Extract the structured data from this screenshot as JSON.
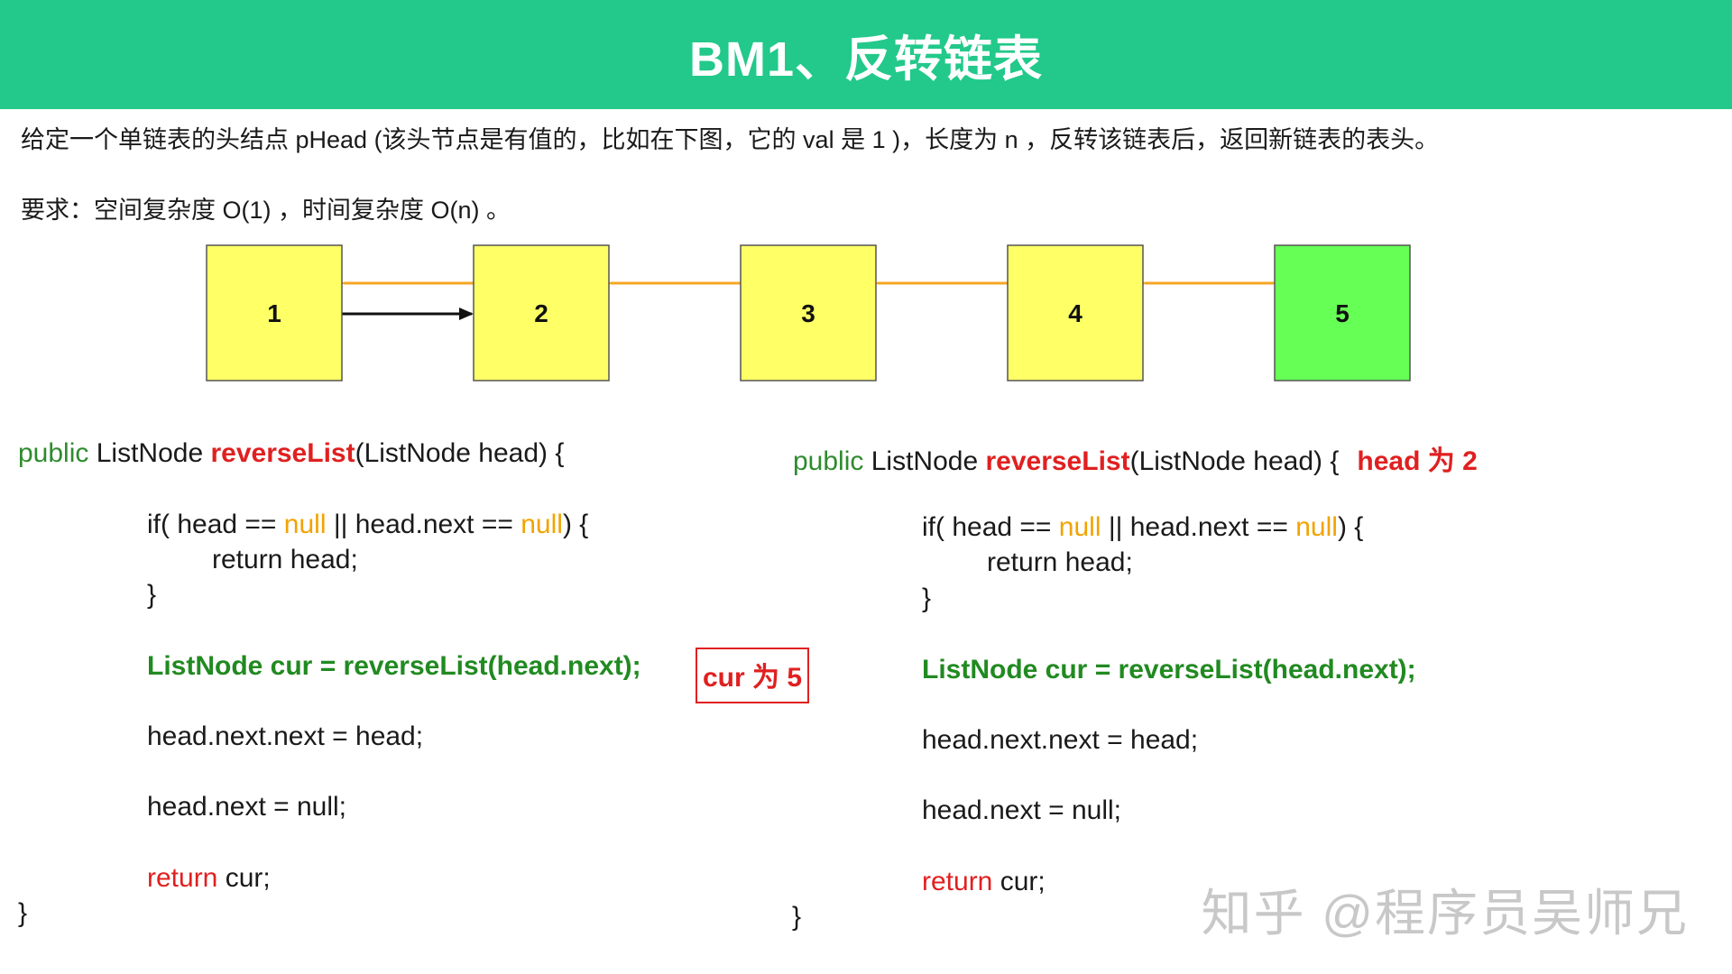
{
  "title": "BM1、反转链表",
  "description": {
    "line1": "给定一个单链表的头结点 pHead (该头节点是有值的，比如在下图，它的 val 是 1 )，长度为 n ，反转该链表后，返回新链表的表头。",
    "line2": "要求：空间复杂度 O(1) ，时间复杂度 O(n) 。"
  },
  "nodes": [
    {
      "label": "1",
      "color": "#ffff66"
    },
    {
      "label": "2",
      "color": "#ffff66"
    },
    {
      "label": "3",
      "color": "#ffff66"
    },
    {
      "label": "4",
      "color": "#ffff66"
    },
    {
      "label": "5",
      "color": "#66ff55"
    }
  ],
  "colors": {
    "arrow_orange": "#f5a623",
    "arrow_black": "#111111",
    "node_border": "#555555"
  },
  "code_left": {
    "sig_public": "public",
    "sig_type": " ListNode ",
    "sig_method": "reverseList",
    "sig_params": "(ListNode head) {",
    "if_a": "if( head == ",
    "if_null1": "null",
    "if_b": " || head.next == ",
    "if_null2": "null",
    "if_c": ") {",
    "ret_head": "return head;",
    "close_if": "}",
    "recurse": "ListNode cur = reverseList(head.next);",
    "assign1": "head.next.next = head;",
    "assign2": "head.next = null;",
    "ret_kw": "return",
    "ret_cur": " cur;",
    "close_fn": "}"
  },
  "code_right": {
    "sig_public": "public",
    "sig_type": " ListNode ",
    "sig_method": "reverseList",
    "sig_params": "(ListNode head) {",
    "if_a": "if( head == ",
    "if_null1": "null",
    "if_b": " || head.next == ",
    "if_null2": "null",
    "if_c": ") {",
    "ret_head": "return head;",
    "close_if": "}",
    "recurse": "ListNode cur = reverseList(head.next);",
    "assign1": "head.next.next = head;",
    "assign2": "head.next = null;",
    "ret_kw": "return",
    "ret_cur": " cur;",
    "close_fn": "}"
  },
  "annotations": {
    "cur_is_5": "cur 为  5",
    "head_is_2": "head 为 2"
  },
  "watermark": "知乎 @程序员吴师兄"
}
